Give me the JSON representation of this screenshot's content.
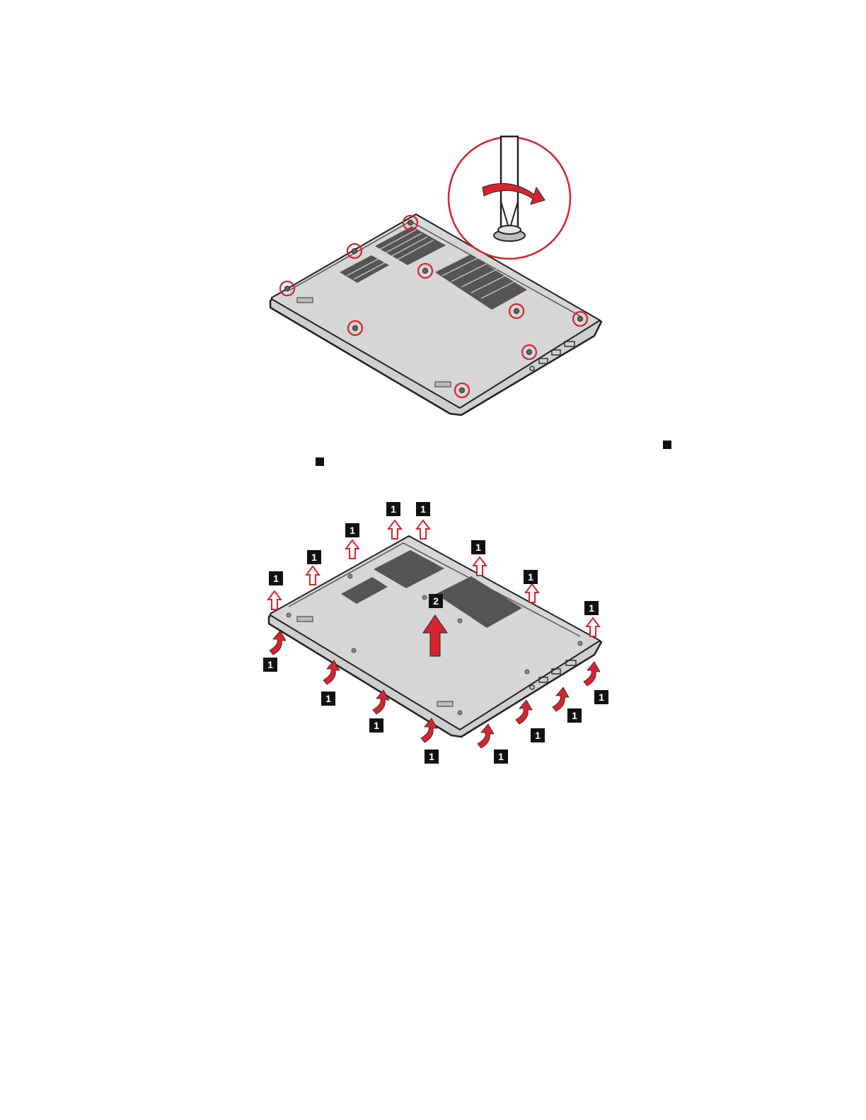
{
  "colors": {
    "accent_red": "#d9232e",
    "cover_fill": "#d2d2d2",
    "outline": "#222222",
    "callout_bg": "#111111",
    "callout_text": "#ffffff"
  },
  "figure_top": {
    "screw_count": 9,
    "icons": [
      "screwdriver-icon",
      "rotate-arrow-icon",
      "screw-circle-icon"
    ]
  },
  "figure_bottom": {
    "callout_1": "1",
    "callout_2": "2",
    "icons": [
      "release-arrow-icon",
      "lift-arrow-icon"
    ]
  },
  "inline_markers": {
    "marker_a_icon": "callout-square-icon",
    "marker_b_icon": "callout-square-icon"
  }
}
